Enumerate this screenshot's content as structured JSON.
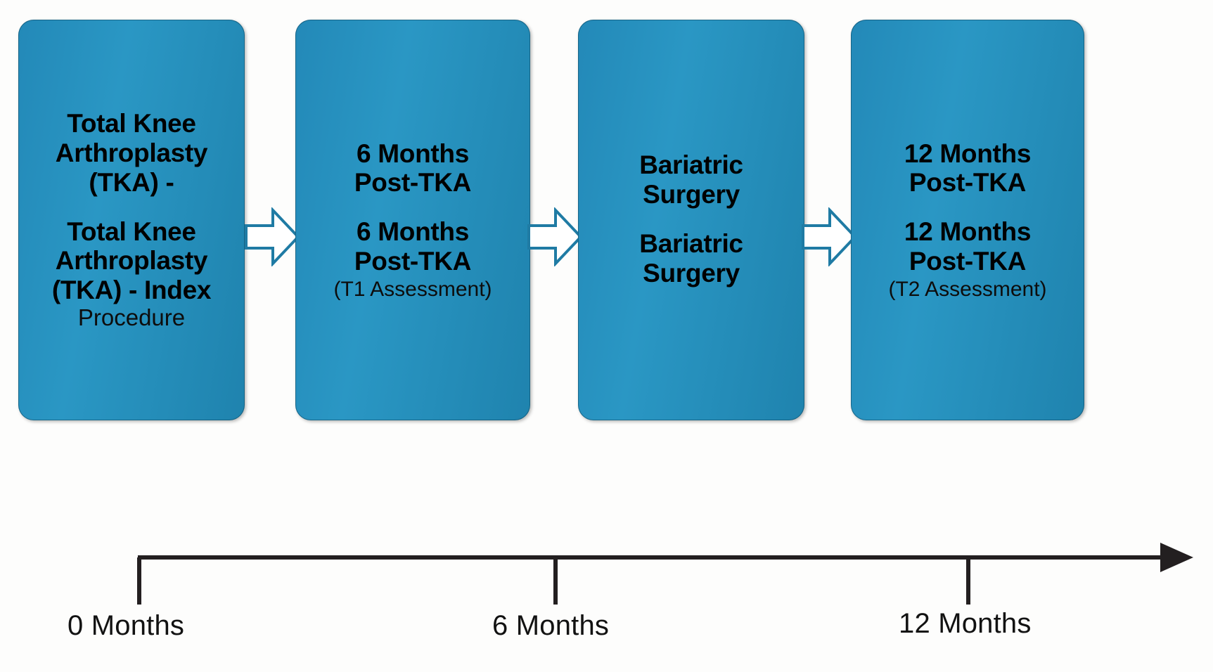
{
  "diagram": {
    "type": "flowchart-timeline",
    "background_color": "#fdfdfc",
    "box_color": "#2389b8",
    "text_color": "#000000",
    "axis_color": "#231f20",
    "stages": [
      {
        "id": "tka-index",
        "primary": "Total Knee\nArthroplasty\n(TKA) -",
        "secondary": "Total Knee\nArthroplasty\n(TKA) - Index",
        "tertiary": "Procedure"
      },
      {
        "id": "6-months-post-tka",
        "primary": "6 Months\nPost-TKA",
        "secondary": "6 Months\nPost-TKA",
        "tertiary": "(T1 Assessment)"
      },
      {
        "id": "bariatric-surgery",
        "primary": "Bariatric\nSurgery",
        "secondary": "Bariatric\nSurgery",
        "tertiary": ""
      },
      {
        "id": "12-months-post-tka",
        "primary": "12 Months\nPost-TKA",
        "secondary": "12 Months\nPost-TKA",
        "tertiary": "(T2 Assessment)"
      }
    ],
    "connectors": [
      {
        "id": "arrow-0",
        "shape": "block-arrow-right"
      },
      {
        "id": "arrow-1",
        "shape": "block-arrow-right"
      },
      {
        "id": "arrow-2",
        "shape": "block-arrow-right"
      }
    ],
    "timeline": {
      "axis_label": "",
      "arrow_direction": "right",
      "ticks": [
        {
          "label": "0 Months",
          "value": 0
        },
        {
          "label": "6 Months",
          "value": 6
        },
        {
          "label": "12 Months",
          "value": 12
        }
      ]
    }
  }
}
